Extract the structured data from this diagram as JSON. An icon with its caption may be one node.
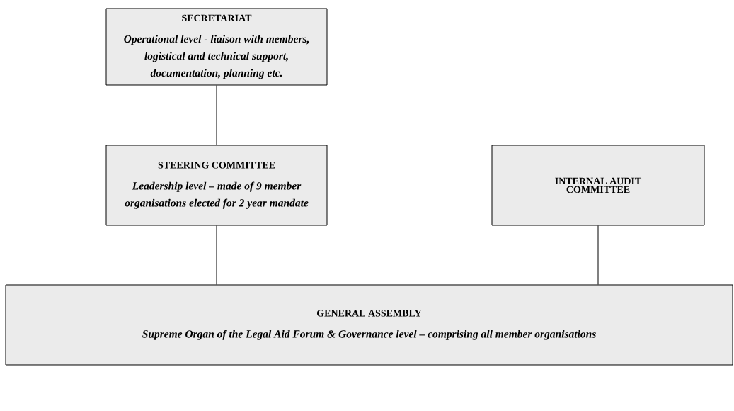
{
  "diagram": {
    "nodes": [
      {
        "text": [
          "SECRETARIAT",
          "Operational level - liaison with members, logistical and technical support, documentation, planning etc."
        ]
      },
      {
        "text": [
          "STEERING COMMITTEE",
          "Leadership level – made of 9 member organisations elected for 2 year mandate"
        ]
      },
      {
        "text": [
          "INTERNAL AUDIT COMMITTEE"
        ]
      },
      {
        "text": [
          "GENERAL ASSEMBLY",
          "Supreme Organ of the Legal Aid Forum & Governance level – comprising all member organisations"
        ]
      }
    ],
    "edges": [
      {
        "from": 0,
        "to": 1,
        "arrow": "none"
      },
      {
        "from": 1,
        "to": 3,
        "arrow": "none"
      },
      {
        "from": 2,
        "to": 3,
        "arrow": "none"
      }
    ]
  }
}
